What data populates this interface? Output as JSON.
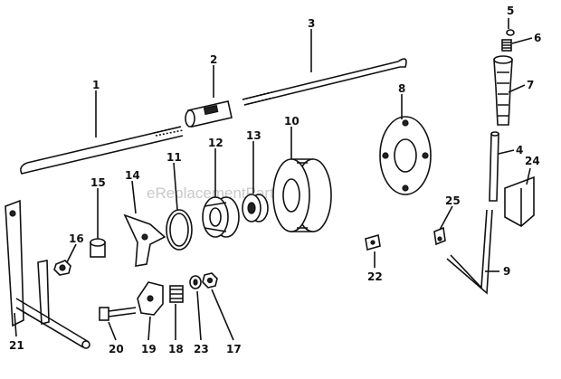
{
  "watermark": "eReplacementParts.com",
  "colors": {
    "ink": "#111111",
    "background": "#ffffff",
    "watermark": "#c9c9c9"
  },
  "callouts": {
    "c1": "1",
    "c2": "2",
    "c3": "3",
    "c4": "4",
    "c5": "5",
    "c6": "6",
    "c7": "7",
    "c8": "8",
    "c9": "9",
    "c10": "10",
    "c11": "11",
    "c12": "12",
    "c13": "13",
    "c14": "14",
    "c15": "15",
    "c16": "16",
    "c17": "17",
    "c18": "18",
    "c19": "19",
    "c20": "20",
    "c21": "21",
    "c22": "22",
    "c23": "23",
    "c24": "24",
    "c25": "25"
  }
}
